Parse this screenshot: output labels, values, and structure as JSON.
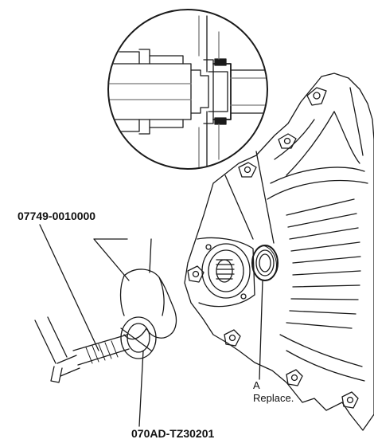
{
  "labels": {
    "tool_1": "07749-0010000",
    "tool_2": "070AD-TZ30201",
    "callout_a": "A",
    "callout_a_note": "Replace."
  },
  "colors": {
    "line": "#1a1a1a",
    "light_line": "#9a9a9a",
    "background": "#ffffff"
  }
}
